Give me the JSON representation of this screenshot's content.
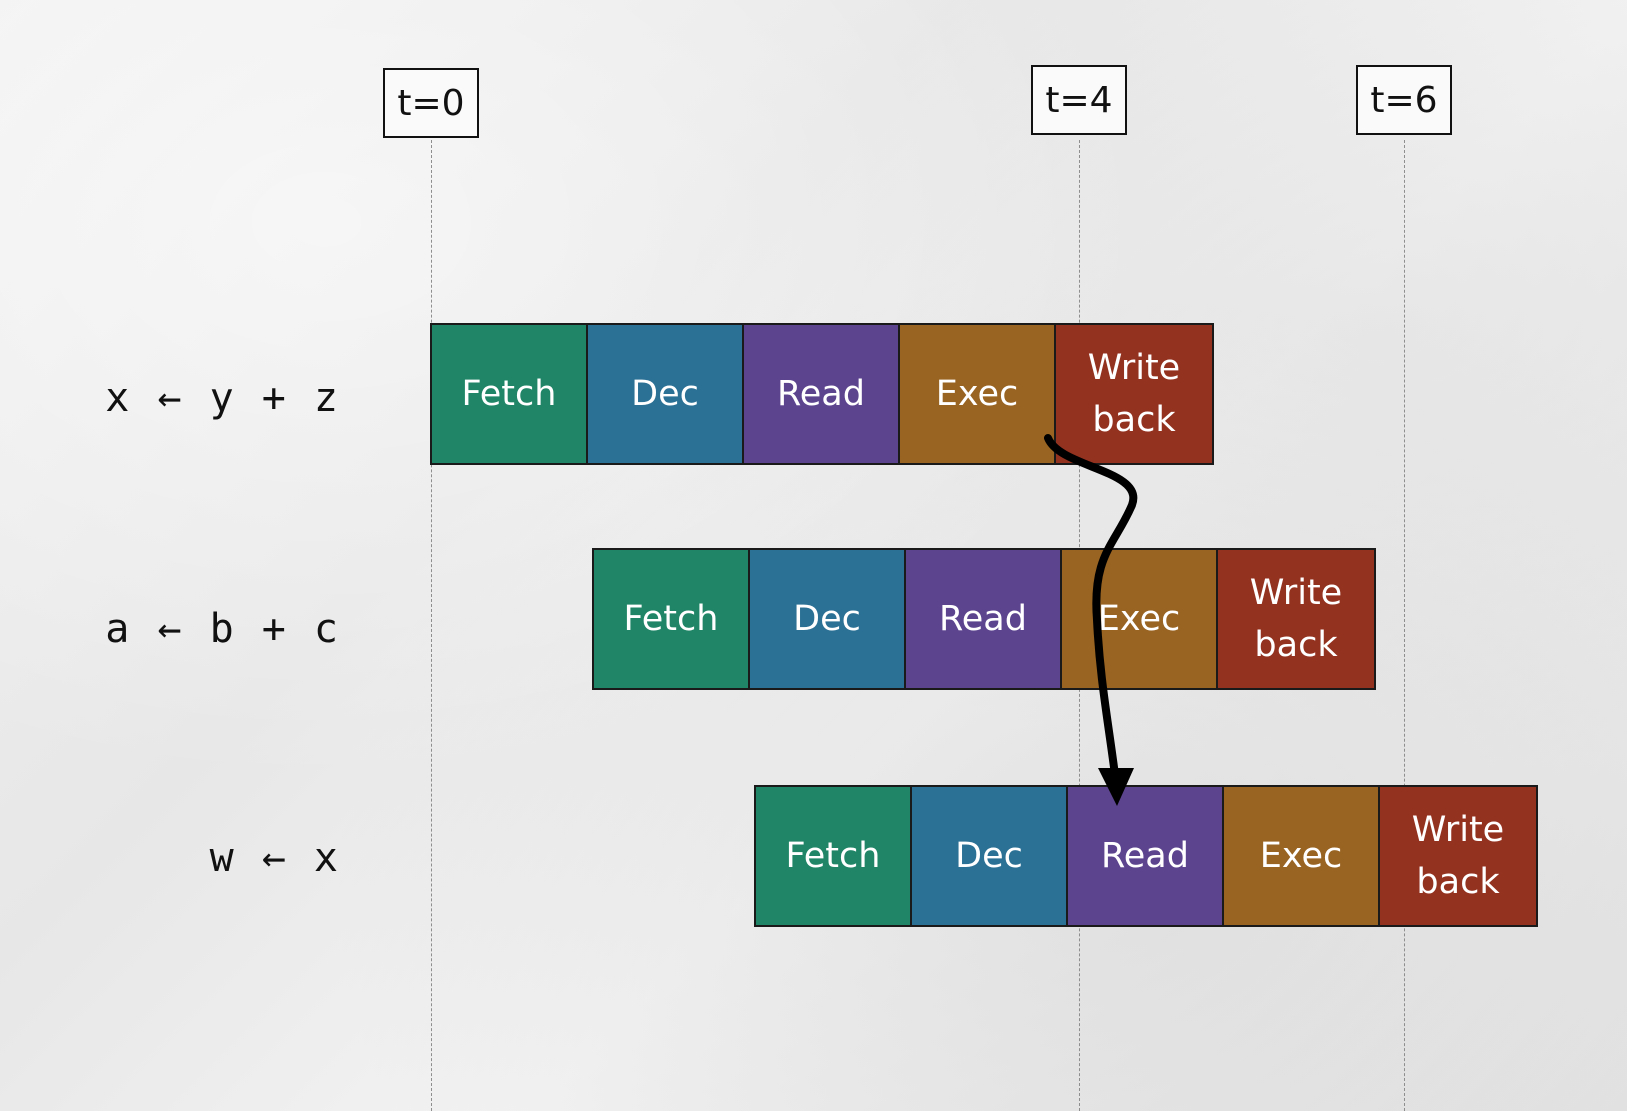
{
  "colors": {
    "Fetch": "#1f8566",
    "Dec": "#2b7195",
    "Read": "#5c448f",
    "Exec": "#996321",
    "Write\nback": "#943220"
  },
  "time_markers": [
    {
      "label": "t=0"
    },
    {
      "label": "t=4"
    },
    {
      "label": "t=6"
    }
  ],
  "instructions": [
    {
      "label": "x ← y + z",
      "stages": [
        "Fetch",
        "Dec",
        "Read",
        "Exec",
        "Write\nback"
      ]
    },
    {
      "label": "a ← b + c",
      "stages": [
        "Fetch",
        "Dec",
        "Read",
        "Exec",
        "Write\nback"
      ]
    },
    {
      "label": "w ← x",
      "stages": [
        "Fetch",
        "Dec",
        "Read",
        "Exec",
        "Write\nback"
      ]
    }
  ],
  "dependency_arrow": {
    "from": "instructions.0.Exec",
    "to": "instructions.2.Read"
  }
}
